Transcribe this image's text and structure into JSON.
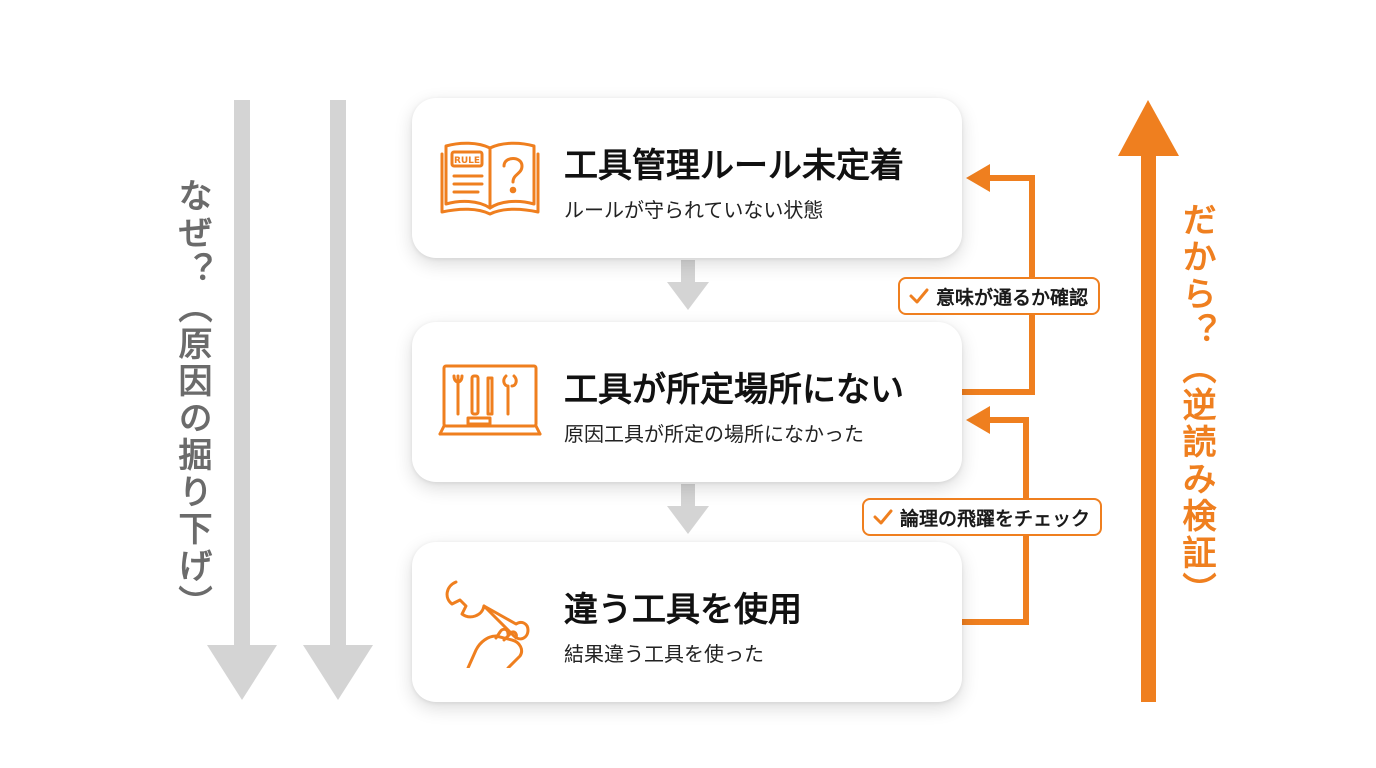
{
  "left_label": "なぜ？（原因の掘り下げ）",
  "right_label": "だから？（逆読み検証）",
  "cards": [
    {
      "title": "工具管理ルール未定着",
      "subtitle": "ルールが守られていない状態",
      "icon": "rule-book-icon",
      "icon_text": "RULE"
    },
    {
      "title": "工具が所定場所にない",
      "subtitle": "原因工具が所定の場所になかった",
      "icon": "tool-board-icon"
    },
    {
      "title": "違う工具を使用",
      "subtitle": "結果違う工具を使った",
      "icon": "hand-wrench-icon"
    }
  ],
  "checks": [
    {
      "label": "意味が通るか確認",
      "icon": "check-icon"
    },
    {
      "label": "論理の飛躍をチェック",
      "icon": "check-icon"
    }
  ],
  "colors": {
    "accent": "#ef7f1f",
    "gray_arrow": "#d4d4d4",
    "gray_text": "#6b6b6b",
    "title_text": "#111111"
  }
}
